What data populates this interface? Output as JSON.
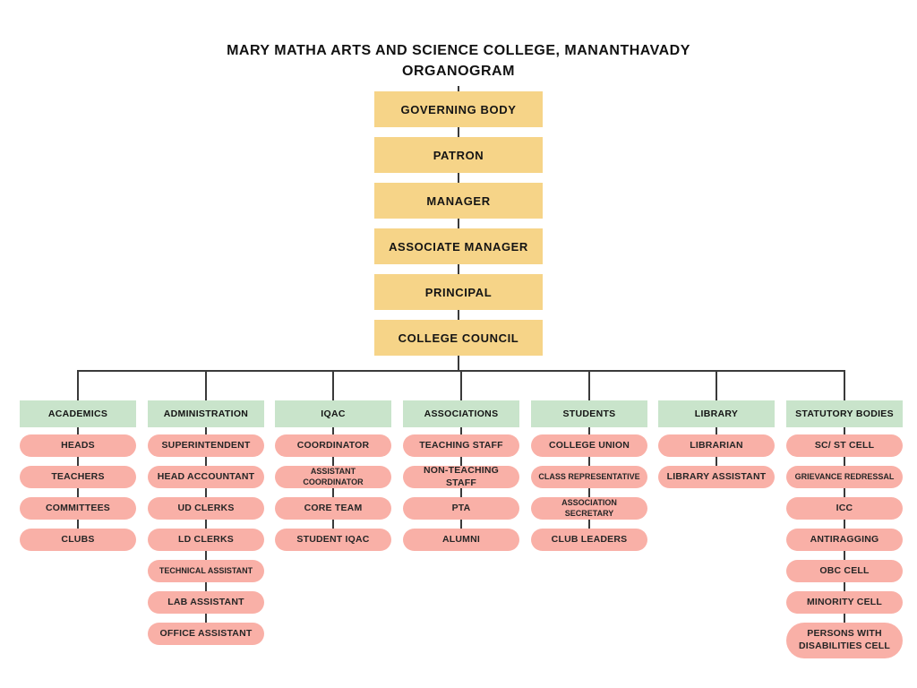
{
  "title": {
    "line1": "MARY MATHA ARTS AND SCIENCE COLLEGE, MANANTHAVADY",
    "line2": "ORGANOGRAM"
  },
  "hierarchy": [
    "GOVERNING BODY",
    "PATRON",
    "MANAGER",
    "ASSOCIATE MANAGER",
    "PRINCIPAL",
    "COLLEGE COUNCIL"
  ],
  "columns": [
    {
      "header": "ACADEMICS",
      "items": [
        "HEADS",
        "TEACHERS",
        "COMMITTEES",
        "CLUBS"
      ]
    },
    {
      "header": "ADMINISTRATION",
      "items": [
        "SUPERINTENDENT",
        "HEAD ACCOUNTANT",
        "UD CLERKS",
        "LD CLERKS",
        "TECHNICAL ASSISTANT",
        "LAB ASSISTANT",
        "OFFICE ASSISTANT"
      ]
    },
    {
      "header": "IQAC",
      "items": [
        "COORDINATOR",
        "ASSISTANT COORDINATOR",
        "CORE TEAM",
        "STUDENT IQAC"
      ]
    },
    {
      "header": "ASSOCIATIONS",
      "items": [
        "TEACHING STAFF",
        "NON-TEACHING STAFF",
        "PTA",
        "ALUMNI"
      ]
    },
    {
      "header": "STUDENTS",
      "items": [
        "COLLEGE UNION",
        "CLASS REPRESENTATIVE",
        "ASSOCIATION SECRETARY",
        "CLUB LEADERS"
      ]
    },
    {
      "header": "LIBRARY",
      "items": [
        "LIBRARIAN",
        "LIBRARY ASSISTANT"
      ]
    },
    {
      "header": "STATUTORY BODIES",
      "items": [
        "SC/ ST CELL",
        "GRIEVANCE REDRESSAL",
        "ICC",
        "ANTIRAGGING",
        "OBC CELL",
        "MINORITY CELL",
        "PERSONS WITH DISABILITIES CELL"
      ]
    }
  ],
  "colors": {
    "bg": "#ffffff",
    "box": "#f6d488",
    "header": "#c9e4cb",
    "pill": "#f9b0a7",
    "line": "#3a3a3a"
  }
}
